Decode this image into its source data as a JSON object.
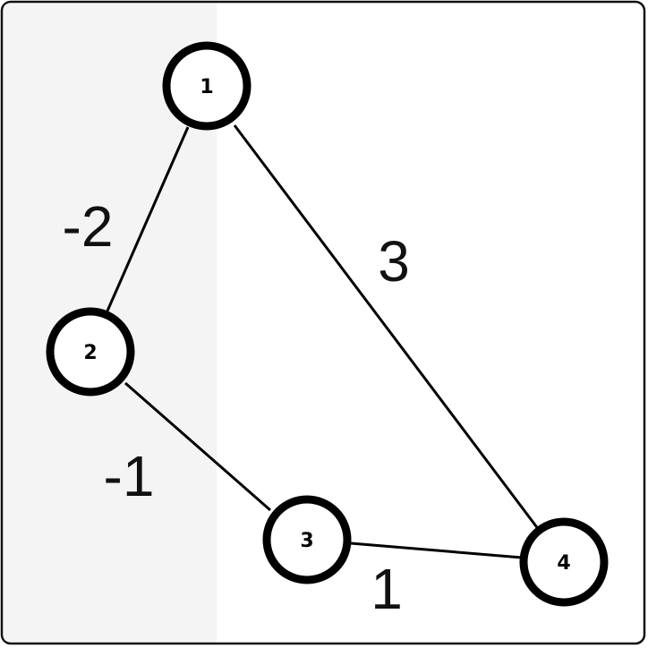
{
  "graph": {
    "nodes": [
      {
        "id": "1",
        "label": "1"
      },
      {
        "id": "2",
        "label": "2"
      },
      {
        "id": "3",
        "label": "3"
      },
      {
        "id": "4",
        "label": "4"
      }
    ],
    "edges": [
      {
        "from": "1",
        "to": "2",
        "weight": "-2"
      },
      {
        "from": "2",
        "to": "3",
        "weight": "-1"
      },
      {
        "from": "3",
        "to": "4",
        "weight": "1"
      },
      {
        "from": "1",
        "to": "4",
        "weight": "3"
      }
    ]
  }
}
